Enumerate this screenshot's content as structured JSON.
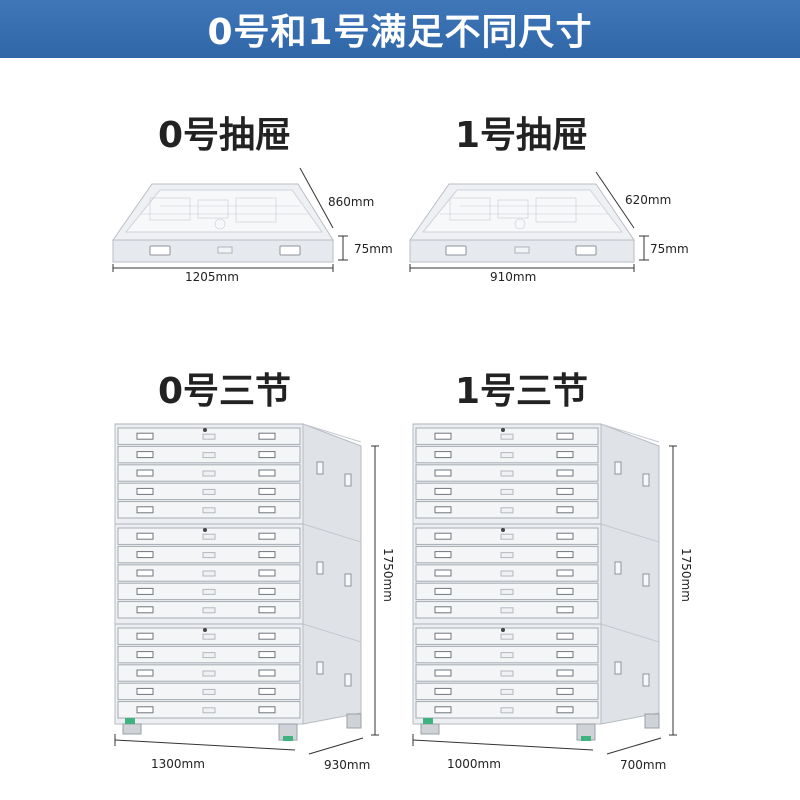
{
  "banner": {
    "title": "0号和1号满足不同尺寸",
    "color": "#3470b2"
  },
  "drawers": [
    {
      "heading": "0号抽屉",
      "depth": "860mm",
      "height": "75mm",
      "width": "1205mm"
    },
    {
      "heading": "1号抽屉",
      "depth": "620mm",
      "height": "75mm",
      "width": "910mm"
    }
  ],
  "cabinets": [
    {
      "heading": "0号三节",
      "height": "1750mm",
      "width": "1300mm",
      "depth": "930mm"
    },
    {
      "heading": "1号三节",
      "height": "1750mm",
      "width": "1000mm",
      "depth": "700mm"
    }
  ]
}
